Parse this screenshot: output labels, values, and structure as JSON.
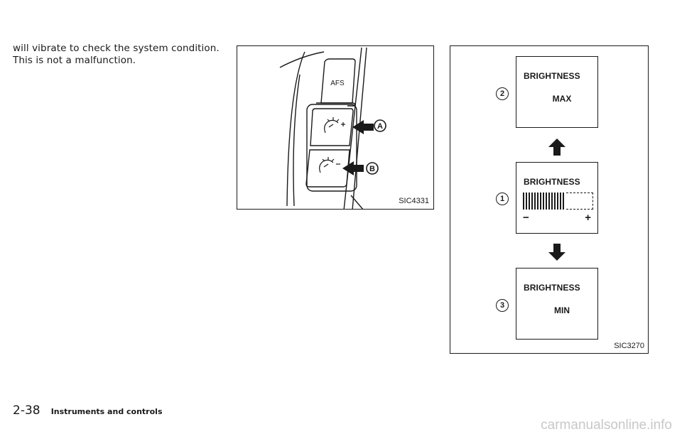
{
  "body_text": {
    "line1": "will vibrate to check the system condition.",
    "line2": "This is not a malfunction."
  },
  "figure1": {
    "code": "SIC4331",
    "afs_label": "AFS",
    "callout_a": "A",
    "callout_b": "B",
    "button_a_icon": "instrument-brightness-plus-icon",
    "button_b_icon": "instrument-brightness-minus-icon"
  },
  "figure2": {
    "code": "SIC3270",
    "panels": [
      {
        "callout": "2",
        "title": "BRIGHTNESS",
        "value": "MAX"
      },
      {
        "callout": "1",
        "title": "BRIGHTNESS",
        "level_fraction": 0.6,
        "minus": "−",
        "plus": "+"
      },
      {
        "callout": "3",
        "title": "BRIGHTNESS",
        "value": "MIN"
      }
    ],
    "arrow_up_icon": "arrow-up-icon",
    "arrow_down_icon": "arrow-down-icon"
  },
  "footer": {
    "page_number": "2-38",
    "section_title": "Instruments and controls"
  },
  "watermark": "carmanualsonline.info"
}
